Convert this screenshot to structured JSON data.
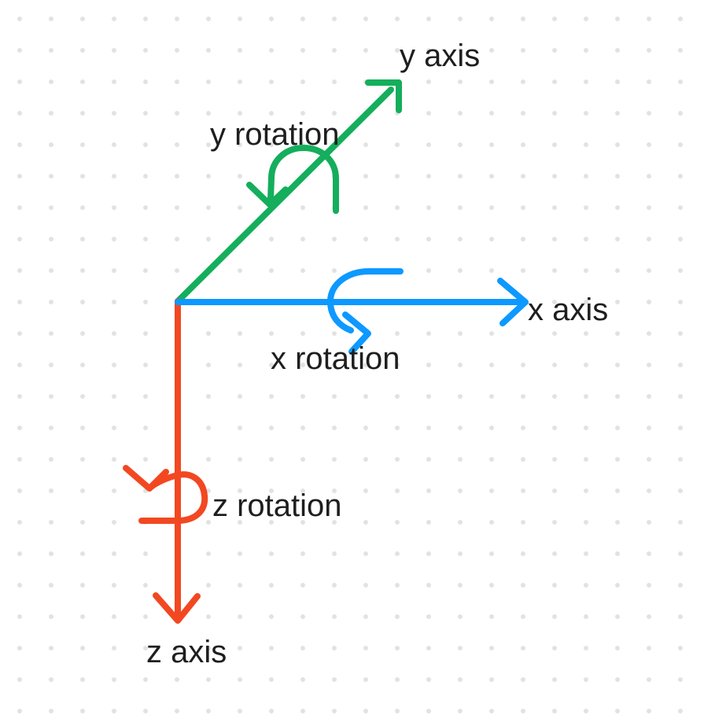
{
  "canvas": {
    "background_color": "#ffffff",
    "dot_grid_color": "#e2e2e2"
  },
  "axes": {
    "x": {
      "label": "x axis",
      "rotation_label": "x rotation",
      "color": "#0d99ff"
    },
    "y": {
      "label": "y axis",
      "rotation_label": "y rotation",
      "color": "#14ae5c"
    },
    "z": {
      "label": "z axis",
      "rotation_label": "z rotation",
      "color": "#f24822"
    }
  },
  "text_color": "#1e1e1e"
}
